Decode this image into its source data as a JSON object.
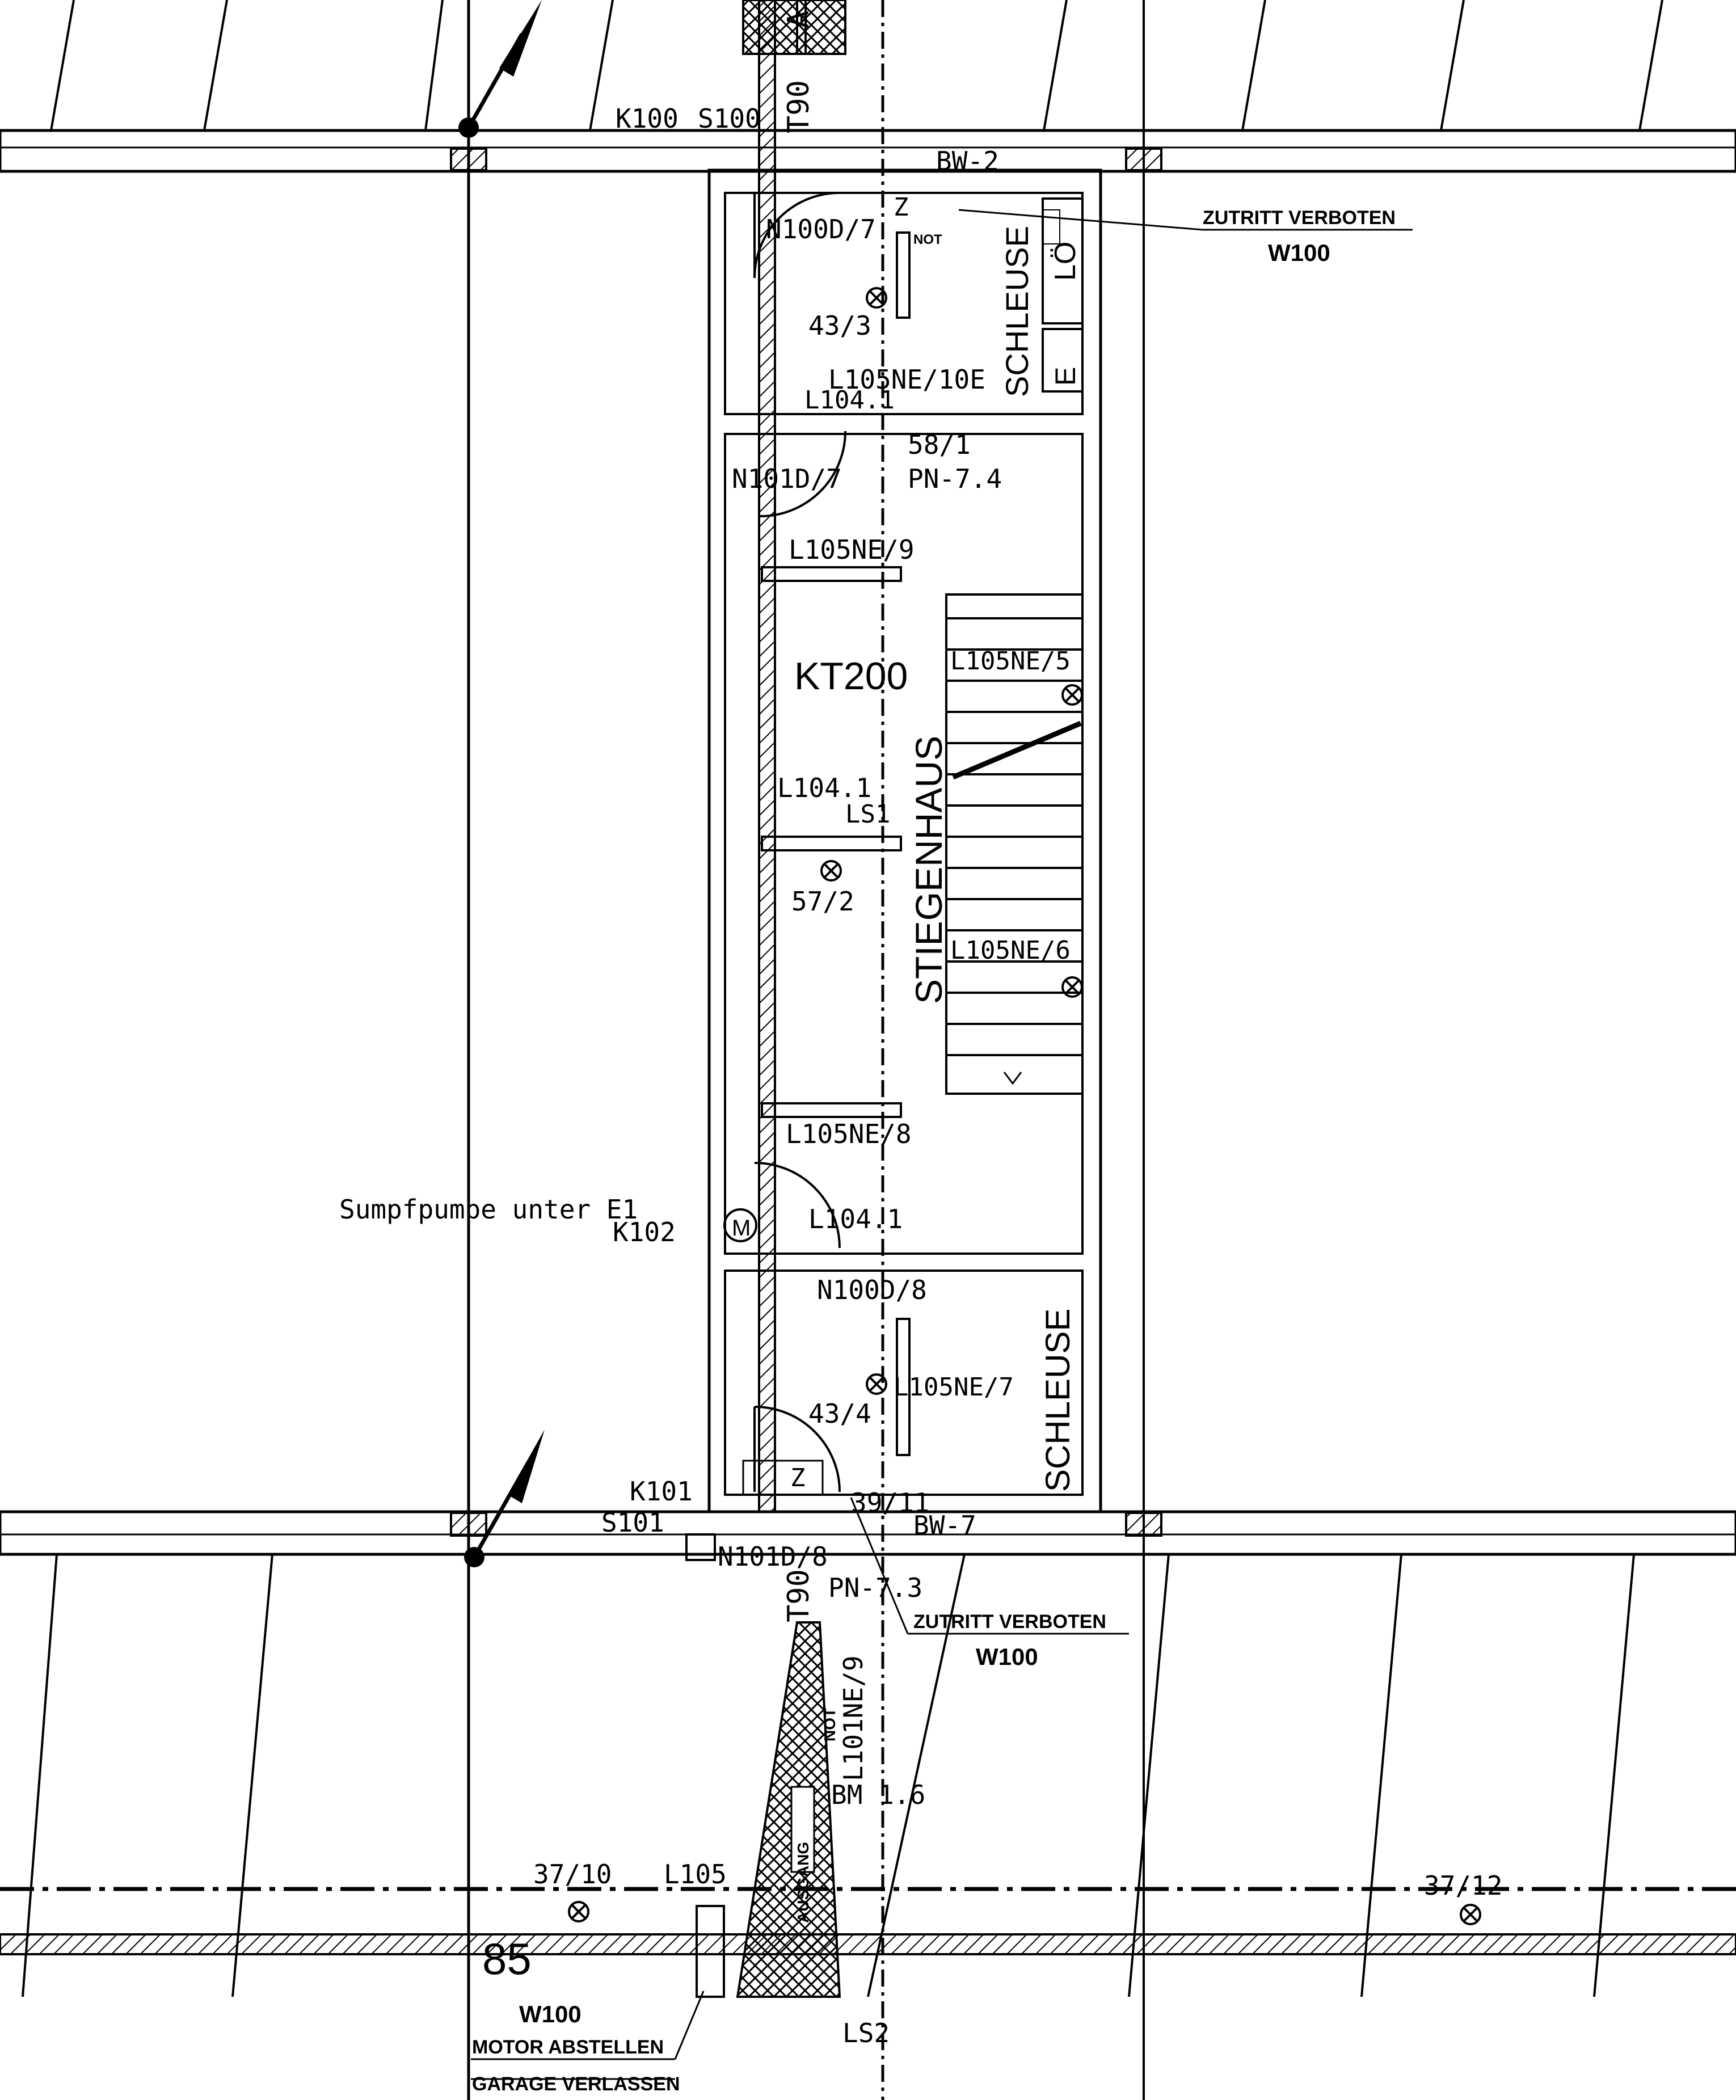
{
  "plan": {
    "labels": {
      "k100": "K100",
      "s100": "S100",
      "t90_top": "T90",
      "a_top": "A",
      "bw2": "BW-2",
      "z_top": "Z",
      "n100d7": "N100D/7",
      "not_1": "NOT",
      "schleuse_top": "SCHLEUSE",
      "lo": "LÖ",
      "e_box": "E",
      "l105ne10e": "L105NE/10E",
      "n43_3": "43/3",
      "l104_1_top": "L104.1",
      "n58_1": "58/1",
      "pn74": "PN-7.4",
      "n101d7": "N101D/7",
      "l105ne9": "L105NE/9",
      "kt200": "KT200",
      "stiegenhaus": "STIEGENHAUS",
      "l105ne5": "L105NE/5",
      "l104_1_mid": "L104.1",
      "ls1": "LS1",
      "n57_2": "57/2",
      "l105ne6": "L105NE/6",
      "l105ne8": "L105NE/8",
      "sumpfpumpe": "Sumpfpumpe unter E1",
      "k102": "K102",
      "m_pump": "M",
      "l104_1_low": "L104.1",
      "n100d8": "N100D/8",
      "schleuse_bot": "SCHLEUSE",
      "l105ne7": "L105NE/7",
      "n43_4": "43/4",
      "z_bot": "Z",
      "k101": "K101",
      "s101": "S101",
      "n39_11": "39/11",
      "bw7": "BW-7",
      "n101d8": "N101D/8",
      "t90_bot": "T90",
      "pn73": "PN-7.3",
      "l101ne9": "L101NE/9",
      "not_vert": "NOT",
      "bm16": "BM 1.6",
      "ausgang": "AUSGANG",
      "n37_10": "37/10",
      "l105": "L105",
      "n37_12": "37/12",
      "n85": "85",
      "w100_bl": "W100",
      "motor": "MOTOR ABSTELLEN",
      "garage": "GARAGE VERLASSEN",
      "ls2": "LS2"
    },
    "signs": [
      {
        "title": "ZUTRITT VERBOTEN",
        "code": "W100"
      },
      {
        "title": "ZUTRITT VERBOTEN",
        "code": "W100"
      }
    ]
  }
}
